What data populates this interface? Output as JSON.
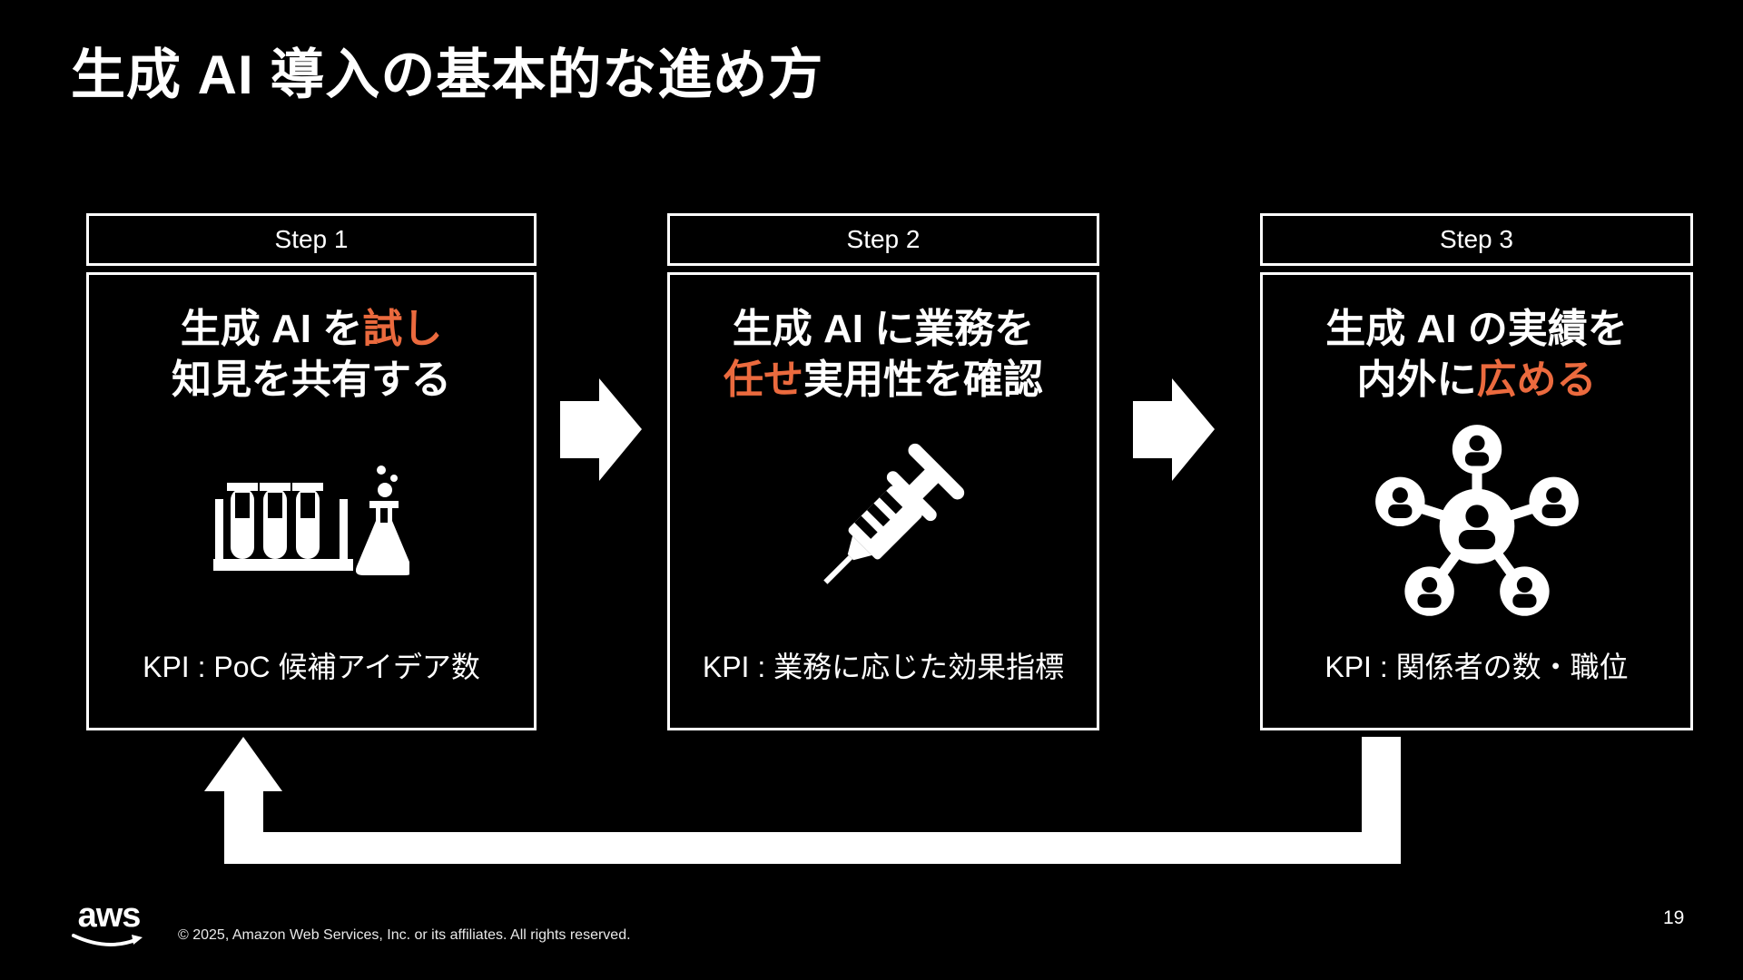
{
  "slide": {
    "title": "生成 AI 導入の基本的な進め方",
    "accent_color": "#EB6A3E",
    "background_color": "#000000",
    "text_color": "#FFFFFF",
    "page_number": "19",
    "footer_copyright": "© 2025, Amazon Web Services, Inc. or its affiliates. All rights reserved.",
    "footer_logo": "aws-logo"
  },
  "steps": [
    {
      "label": "Step 1",
      "title_line1": [
        {
          "text": "生成 AI を",
          "accent": false
        },
        {
          "text": "試し",
          "accent": true
        }
      ],
      "title_line2": [
        {
          "text": "知見を共有する",
          "accent": false
        }
      ],
      "icon": "test-tubes-flask-icon",
      "kpi": "KPI : PoC 候補アイデア数"
    },
    {
      "label": "Step 2",
      "title_line1": [
        {
          "text": "生成 AI に業務を",
          "accent": false
        }
      ],
      "title_line2": [
        {
          "text": "任せ",
          "accent": true
        },
        {
          "text": "実用性を確認",
          "accent": false
        }
      ],
      "icon": "syringe-icon",
      "kpi": "KPI : 業務に応じた効果指標"
    },
    {
      "label": "Step 3",
      "title_line1": [
        {
          "text": "生成 AI の実績を",
          "accent": false
        }
      ],
      "title_line2": [
        {
          "text": "内外に",
          "accent": false
        },
        {
          "text": "広める",
          "accent": true
        }
      ],
      "icon": "people-network-icon",
      "kpi": "KPI : 関係者の数・職位"
    }
  ],
  "flow": {
    "arrow_step1_to_step2": "right-block-arrow",
    "arrow_step2_to_step3": "right-block-arrow",
    "loop_back_arrow": "step3-bottom-to-step1-bottom"
  }
}
